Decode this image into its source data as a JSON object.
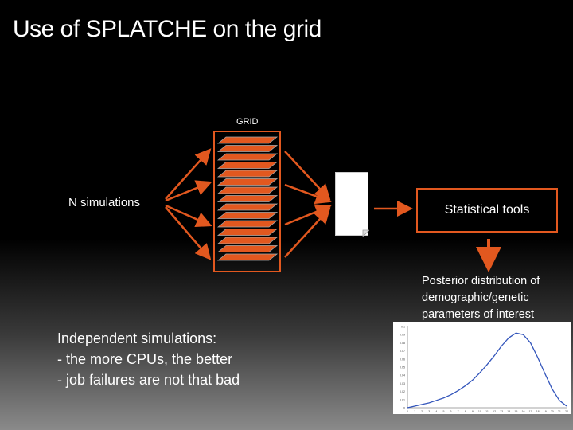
{
  "slide": {
    "title": "Use of SPLATCHE on the grid",
    "grid_label": "GRID",
    "n_simulations_label": "N simulations",
    "statistical_tools_label": "Statistical tools",
    "posterior_lines": [
      "Posterior distribution of",
      "demographic/genetic",
      "parameters of interest"
    ],
    "independent_lines": [
      "Independent simulations:",
      "- the more CPUs, the better",
      "- job failures are not that bad"
    ]
  },
  "colors": {
    "accent": "#e2581f",
    "layer_fill": "#e2581f",
    "curve": "#3355bb"
  },
  "chart_data": {
    "type": "line",
    "x": [
      0,
      1,
      2,
      3,
      4,
      5,
      6,
      7,
      8,
      9,
      10,
      11,
      12,
      13,
      14,
      15,
      16,
      17,
      18,
      19,
      20,
      21,
      22
    ],
    "x_tick_labels": [
      "0",
      "1",
      "2",
      "3",
      "4",
      "5",
      "6",
      "7",
      "8",
      "9",
      "10",
      "11",
      "12",
      "13",
      "14",
      "15",
      "16",
      "17",
      "18",
      "19",
      "20",
      "21",
      "22"
    ],
    "y": [
      0.0,
      0.002,
      0.004,
      0.006,
      0.009,
      0.012,
      0.016,
      0.021,
      0.027,
      0.034,
      0.043,
      0.053,
      0.064,
      0.076,
      0.086,
      0.092,
      0.09,
      0.08,
      0.062,
      0.042,
      0.023,
      0.009,
      0.002
    ],
    "y_tick_labels": [
      "0",
      "0.01",
      "0.02",
      "0.03",
      "0.04",
      "0.05",
      "0.06",
      "0.07",
      "0.08",
      "0.09",
      "0.1"
    ],
    "xlim": [
      0,
      22
    ],
    "ylim": [
      0,
      0.1
    ],
    "title": "",
    "xlabel": "",
    "ylabel": "",
    "grid": false
  }
}
